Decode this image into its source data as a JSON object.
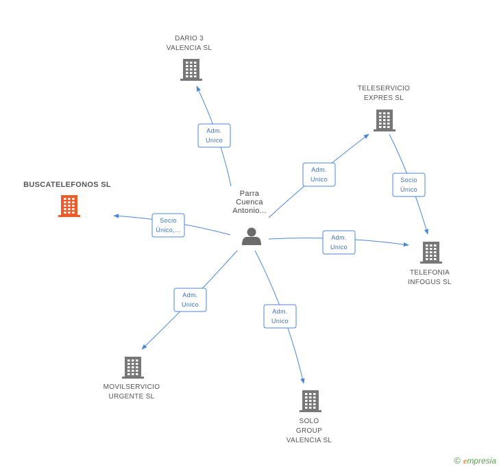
{
  "colors": {
    "edge": "#4a86d6",
    "company": "#777777",
    "company_focus": "#f05a28",
    "person": "#6b6b6b"
  },
  "center": {
    "icon": "person-icon",
    "label": [
      "Parra",
      "Cuenca",
      "Antonio..."
    ]
  },
  "companies": [
    {
      "id": "dario",
      "label": [
        "DARIO 3",
        "VALENCIA SL"
      ],
      "icon": "building-icon"
    },
    {
      "id": "teleservicio",
      "label": [
        "TELESERVICIO",
        "EXPRES SL"
      ],
      "icon": "building-icon"
    },
    {
      "id": "busca",
      "label": [
        "BUSCATELEFONOS SL"
      ],
      "icon": "building-icon",
      "focus": true
    },
    {
      "id": "telefonia",
      "label": [
        "TELEFONIA",
        "INFOGUS SL"
      ],
      "icon": "building-icon"
    },
    {
      "id": "movil",
      "label": [
        "MOVILSERVICIO",
        "URGENTE SL"
      ],
      "icon": "building-icon"
    },
    {
      "id": "solo",
      "label": [
        "SOLO",
        "GROUP",
        "VALENCIA SL"
      ],
      "icon": "building-icon"
    }
  ],
  "edges": [
    {
      "from": "center",
      "to": "dario",
      "label": [
        "Adm.",
        "Unico"
      ]
    },
    {
      "from": "center",
      "to": "teleservicio",
      "label": [
        "Adm.",
        "Unico"
      ]
    },
    {
      "from": "teleservicio",
      "to": "telefonia",
      "label": [
        "Socio",
        "Único"
      ]
    },
    {
      "from": "center",
      "to": "busca",
      "label": [
        "Socio",
        "Único,..."
      ]
    },
    {
      "from": "center",
      "to": "telefonia",
      "label": [
        "Adm.",
        "Unico"
      ]
    },
    {
      "from": "center",
      "to": "movil",
      "label": [
        "Adm.",
        "Unico"
      ]
    },
    {
      "from": "center",
      "to": "solo",
      "label": [
        "Adm.",
        "Unico"
      ]
    }
  ],
  "footer": {
    "copyright": "©",
    "brand_initial": "e",
    "brand_rest": "mpresia"
  }
}
